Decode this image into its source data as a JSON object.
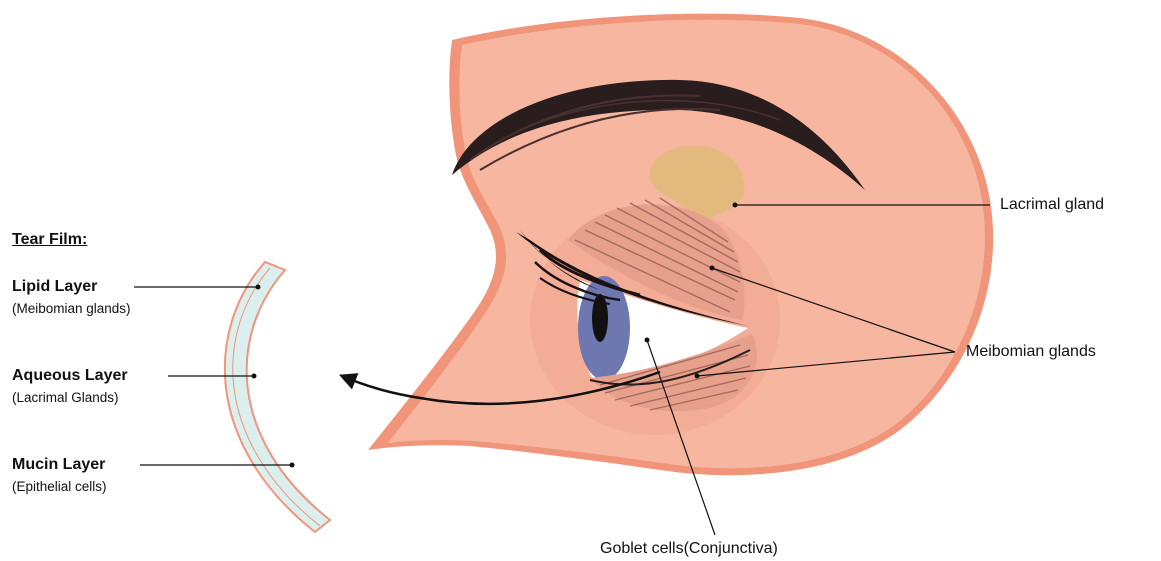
{
  "tear_film": {
    "heading": "Tear Film:",
    "layers": [
      {
        "name": "Lipid Layer",
        "source": "(Meibomian glands)"
      },
      {
        "name": "Aqueous Layer",
        "source": "(Lacrimal Glands)"
      },
      {
        "name": "Mucin Layer",
        "source": "(Epithelial cells)"
      }
    ]
  },
  "anatomy_labels": {
    "lacrimal_gland": "Lacrimal gland",
    "meibomian_glands": "Meibomian glands",
    "goblet_cells": "Goblet cells(Conjunctiva)"
  },
  "colors": {
    "skin": "#f7b6a0",
    "skin_edge": "#f0957a",
    "skin_shadow": "#f2a892",
    "lacrimal_gland": "#e4b97e",
    "eyebrow": "#2a1d1d",
    "iris": "#6f77b0",
    "pupil": "#111111",
    "tear_film_fill": "#dcefef",
    "tear_film_border": "#f0957a",
    "leader_line": "#111111"
  }
}
